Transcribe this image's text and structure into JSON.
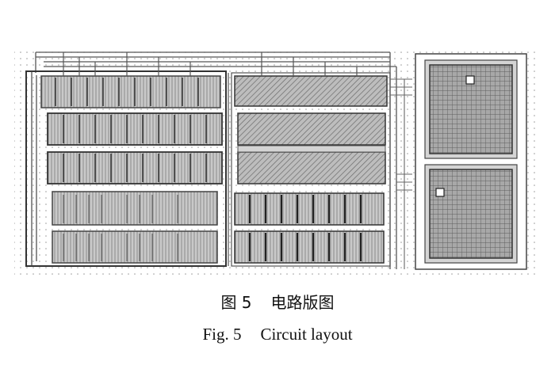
{
  "figure": {
    "caption_cn": {
      "number": "图 5",
      "title": "电路版图"
    },
    "caption_en": {
      "number": "Fig. 5",
      "title": "Circuit layout"
    },
    "layout_colors": {
      "background": "#ffffff",
      "metal": "#555555",
      "fill": "#b5b5b5",
      "light_fill": "#d4d4d4",
      "dots": "#9a9a9a"
    }
  }
}
